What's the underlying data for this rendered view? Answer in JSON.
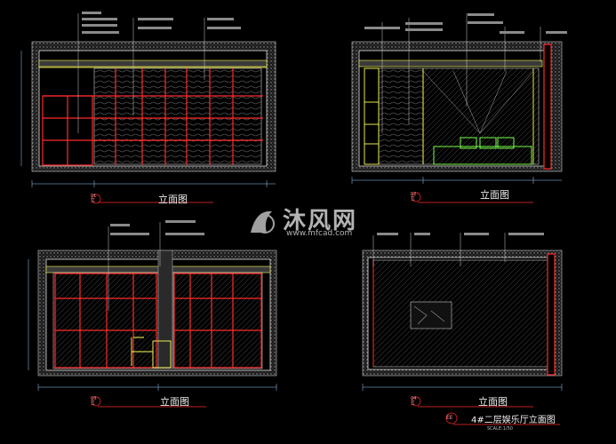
{
  "views": {
    "v1": {
      "title": "立面图",
      "badge": "01\n立"
    },
    "v2": {
      "title": "立面图",
      "badge": "02\n立"
    },
    "v3": {
      "title": "立面图",
      "badge": "03\n立"
    },
    "v4": {
      "title": "立面图",
      "badge": "04\n立"
    }
  },
  "sheet": {
    "title": "4#二层娱乐厅立面图",
    "scale": "SCALE:1/50",
    "badge": "EE"
  },
  "watermark": {
    "brand": "沐风网",
    "url": "www.mfcad.com"
  },
  "colors": {
    "wall": "#ffff55",
    "accent": "#ff2a2a",
    "sofa": "#7cff4d",
    "dim": "#9ad0ff",
    "fill": "#8a8a8a"
  }
}
